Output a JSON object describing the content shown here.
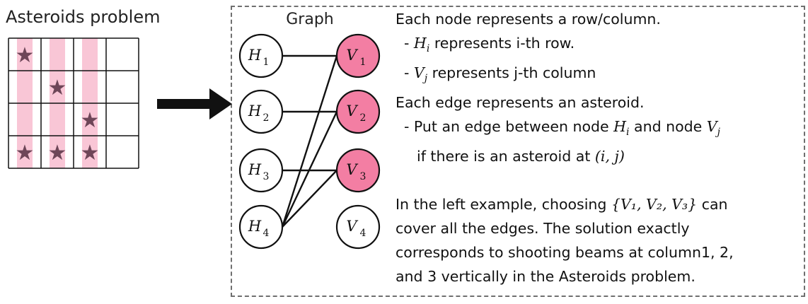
{
  "left_title": "Asteroids problem",
  "graph_title": "Graph",
  "grid": {
    "rows": 4,
    "cols": 4,
    "highlight_color": "#f9c6d6",
    "star_color": "#6e4658",
    "highlighted_columns": [
      1,
      2,
      3
    ],
    "asteroids": [
      [
        1,
        1
      ],
      [
        2,
        2
      ],
      [
        3,
        3
      ],
      [
        4,
        1
      ],
      [
        4,
        2
      ],
      [
        4,
        3
      ]
    ],
    "star_glyph": "★"
  },
  "arrow_icon": "right-arrow-icon",
  "nodes": {
    "left": [
      {
        "base": "H",
        "sub": "1"
      },
      {
        "base": "H",
        "sub": "2"
      },
      {
        "base": "H",
        "sub": "3"
      },
      {
        "base": "H",
        "sub": "4"
      }
    ],
    "right": [
      {
        "base": "V",
        "sub": "1",
        "selected": true
      },
      {
        "base": "V",
        "sub": "2",
        "selected": true
      },
      {
        "base": "V",
        "sub": "3",
        "selected": true
      },
      {
        "base": "V",
        "sub": "4",
        "selected": false
      }
    ],
    "selected_color": "#f37ea3"
  },
  "edges": [
    [
      1,
      1
    ],
    [
      2,
      2
    ],
    [
      3,
      3
    ],
    [
      4,
      1
    ],
    [
      4,
      2
    ],
    [
      4,
      3
    ]
  ],
  "text": {
    "l1": "Each node represents a row/column.",
    "l2_pre": "- ",
    "l2_var": "H",
    "l2_sub": "i",
    "l2_post": " represents i-th row.",
    "l3_pre": "- ",
    "l3_var": "V",
    "l3_sub": "j",
    "l3_post": "  represents j-th column",
    "l4": "Each edge represents an asteroid.",
    "l5_pre": "- Put an edge between node ",
    "l5_v1": "H",
    "l5_s1": "i",
    "l5_mid": " and node ",
    "l5_v2": "V",
    "l5_s2": "j",
    "l6_pre": "if there is an asteroid at ",
    "l6_coord": "(i, j)",
    "l7_pre": "In the left example, choosing ",
    "l7_set": "{V₁, V₂, V₃}",
    "l7_post": " can",
    "l8": "cover all the edges. The solution exactly",
    "l9": "corresponds to shooting beams at column1, 2,",
    "l10": "and 3 vertically in the Asteroids problem."
  }
}
